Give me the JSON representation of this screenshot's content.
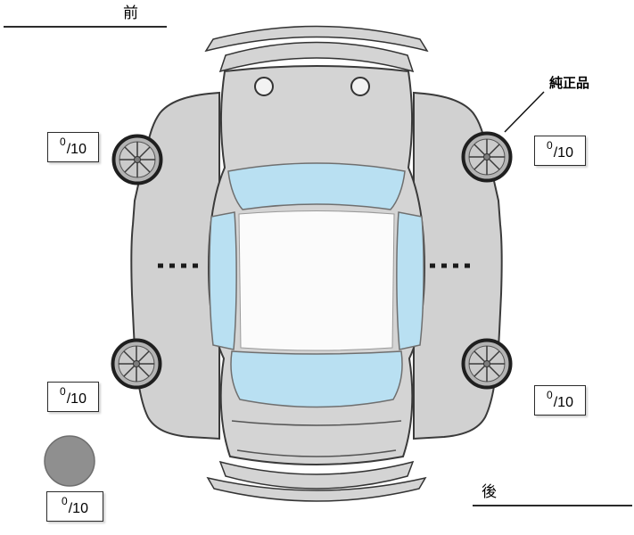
{
  "labels": {
    "front": "前",
    "rear": "後",
    "genuine_part": "純正品"
  },
  "scores": {
    "front_left": {
      "num": "0",
      "den": "/10"
    },
    "front_right": {
      "num": "0",
      "den": "/10"
    },
    "rear_left": {
      "num": "0",
      "den": "/10"
    },
    "rear_right": {
      "num": "0",
      "den": "/10"
    },
    "spare": {
      "num": "0",
      "den": "/10"
    }
  },
  "colors": {
    "body": "#d4d4d4",
    "panel": "#d1d1d1",
    "roof": "#fbfbfb",
    "window": "#b9e0f2",
    "tire": "#b3b3b3",
    "tire_inner": "#cbcbcb",
    "spare": "#8f8f8f"
  }
}
